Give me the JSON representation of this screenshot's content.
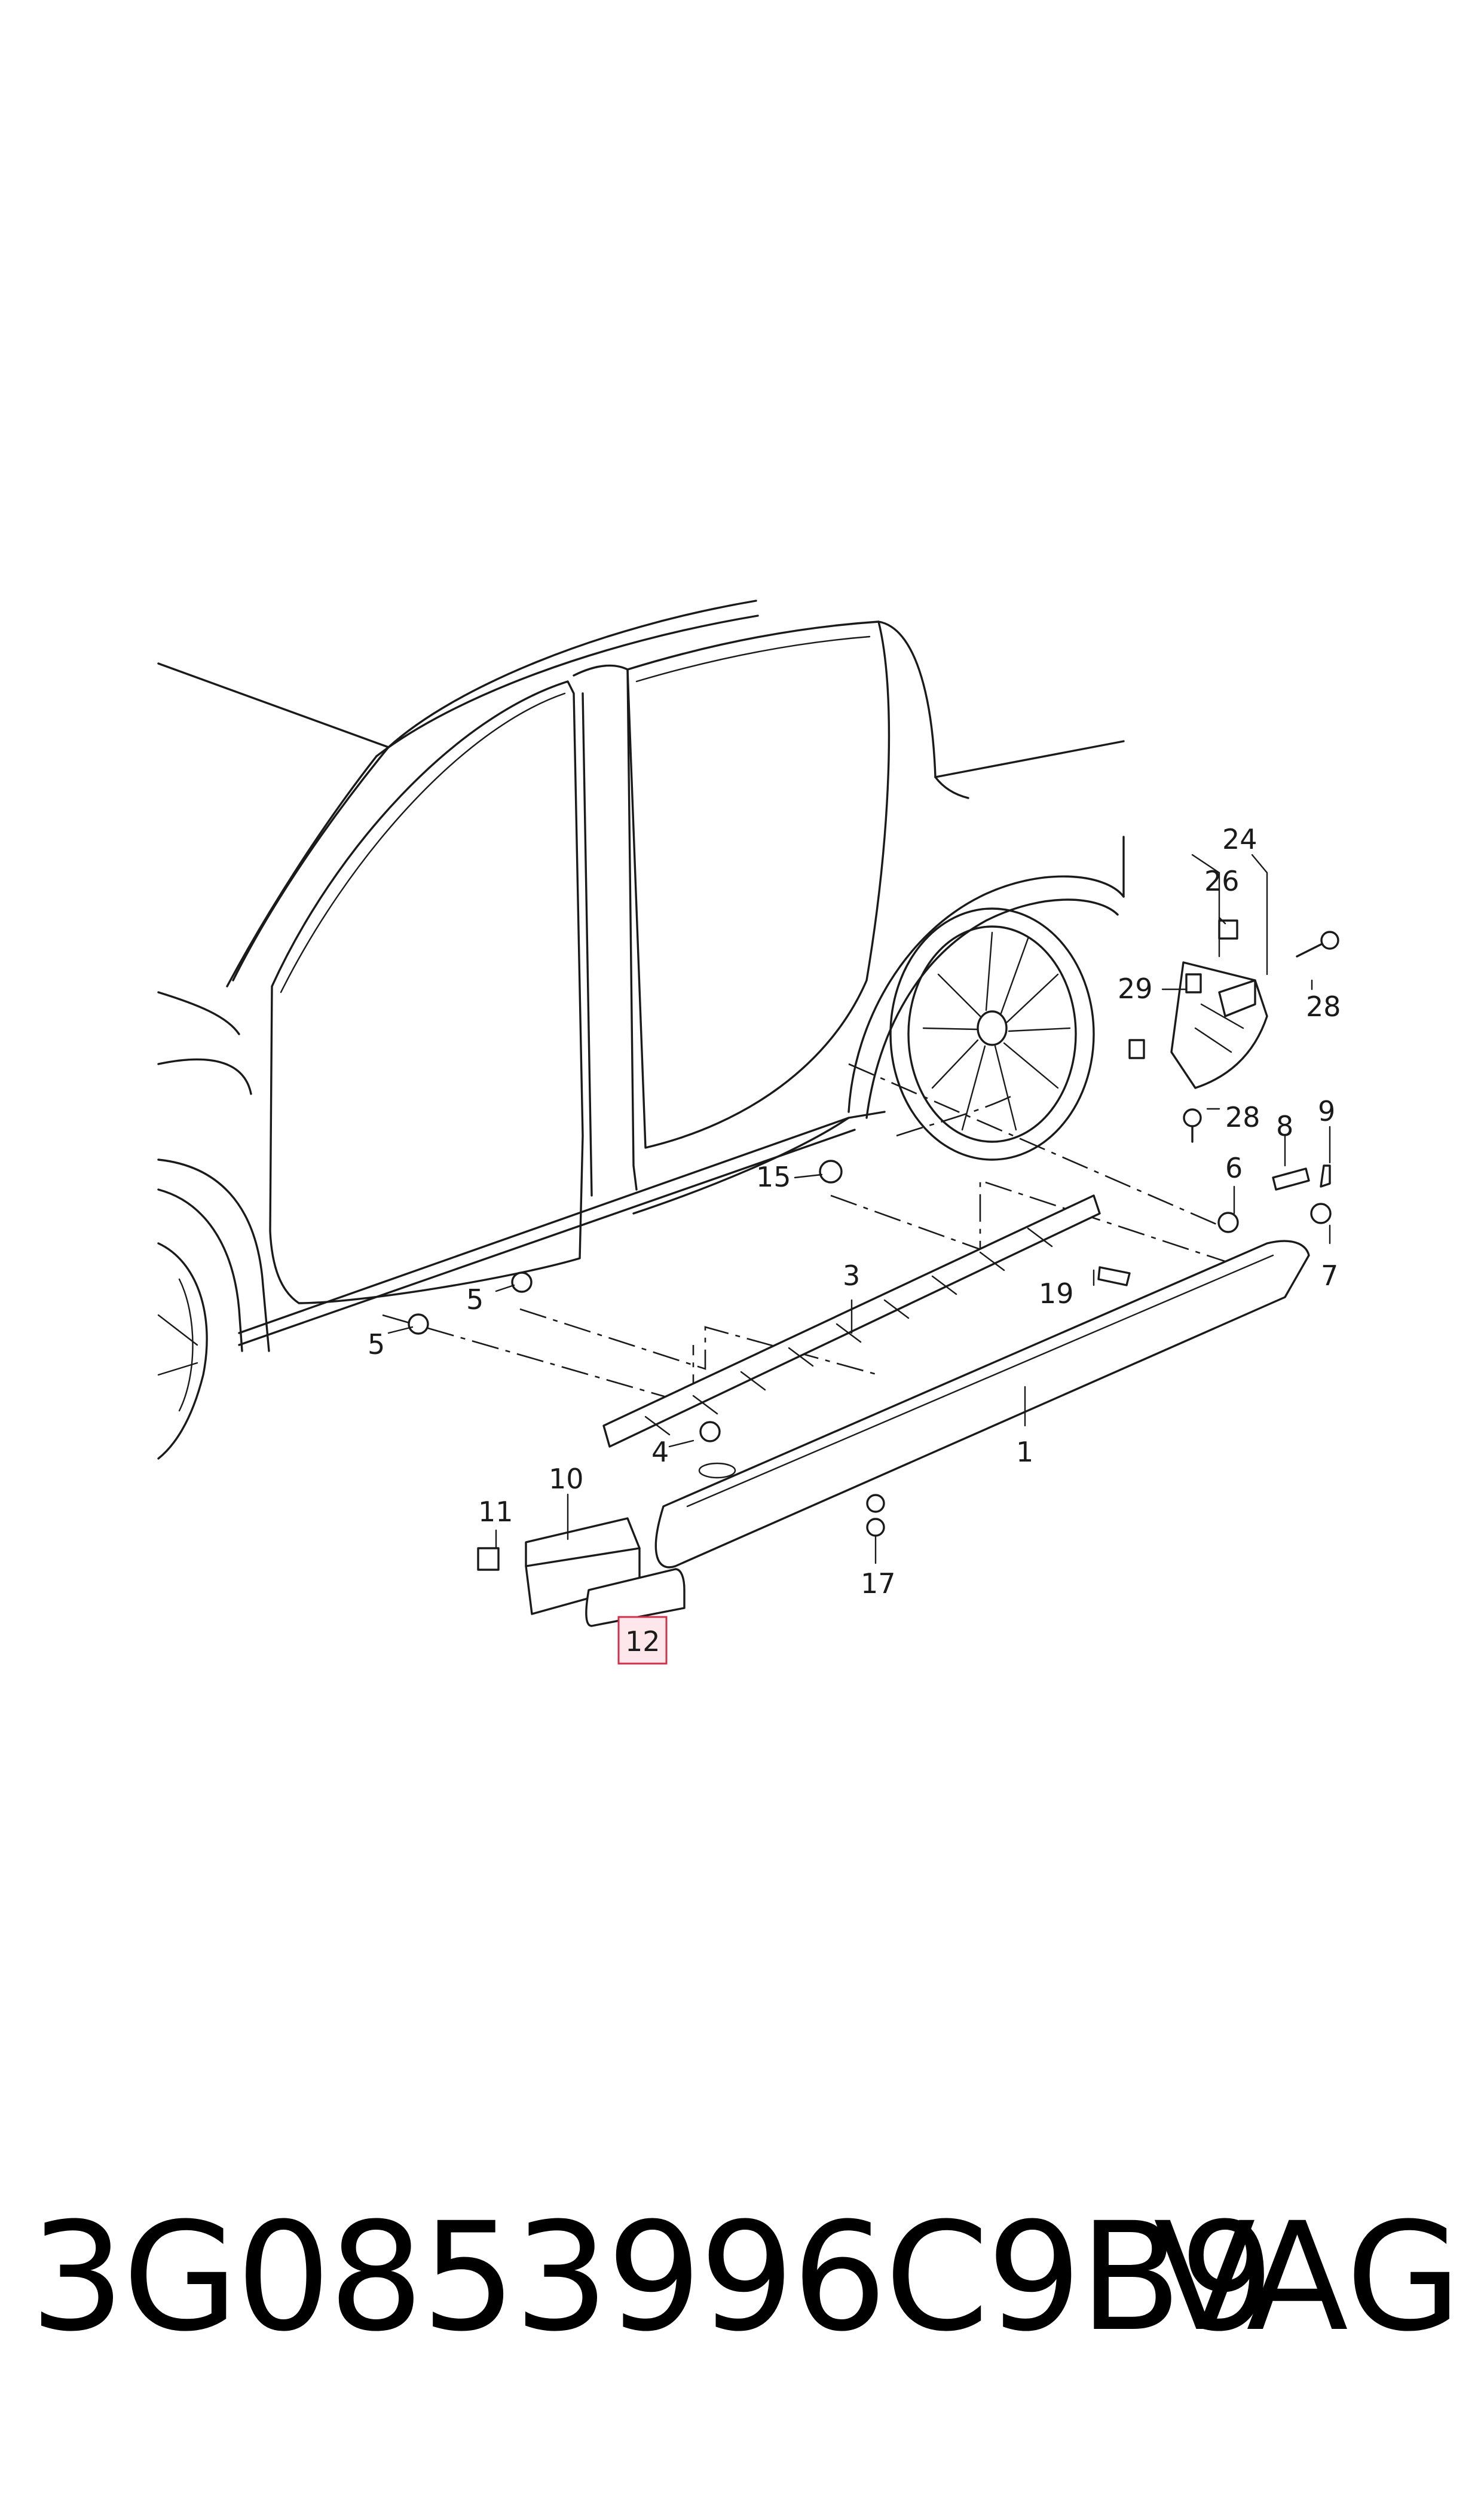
{
  "diagram": {
    "callouts": [
      {
        "id": "label-1",
        "text": "1"
      },
      {
        "id": "label-3",
        "text": "3"
      },
      {
        "id": "label-4",
        "text": "4"
      },
      {
        "id": "label-5a",
        "text": "5"
      },
      {
        "id": "label-5b",
        "text": "5"
      },
      {
        "id": "label-6",
        "text": "6"
      },
      {
        "id": "label-7",
        "text": "7"
      },
      {
        "id": "label-8",
        "text": "8"
      },
      {
        "id": "label-9",
        "text": "9"
      },
      {
        "id": "label-10",
        "text": "10"
      },
      {
        "id": "label-11",
        "text": "11"
      },
      {
        "id": "label-12",
        "text": "12"
      },
      {
        "id": "label-15",
        "text": "15"
      },
      {
        "id": "label-17",
        "text": "17"
      },
      {
        "id": "label-19",
        "text": "19"
      },
      {
        "id": "label-24",
        "text": "24"
      },
      {
        "id": "label-26",
        "text": "26"
      },
      {
        "id": "label-28a",
        "text": "28"
      },
      {
        "id": "label-28b",
        "text": "28"
      },
      {
        "id": "label-29",
        "text": "29"
      }
    ],
    "highlighted_part": "12",
    "highlight_color": "#d0314a"
  },
  "footer": {
    "part_number": "3G0853996C9B9",
    "brand": "VAG"
  }
}
